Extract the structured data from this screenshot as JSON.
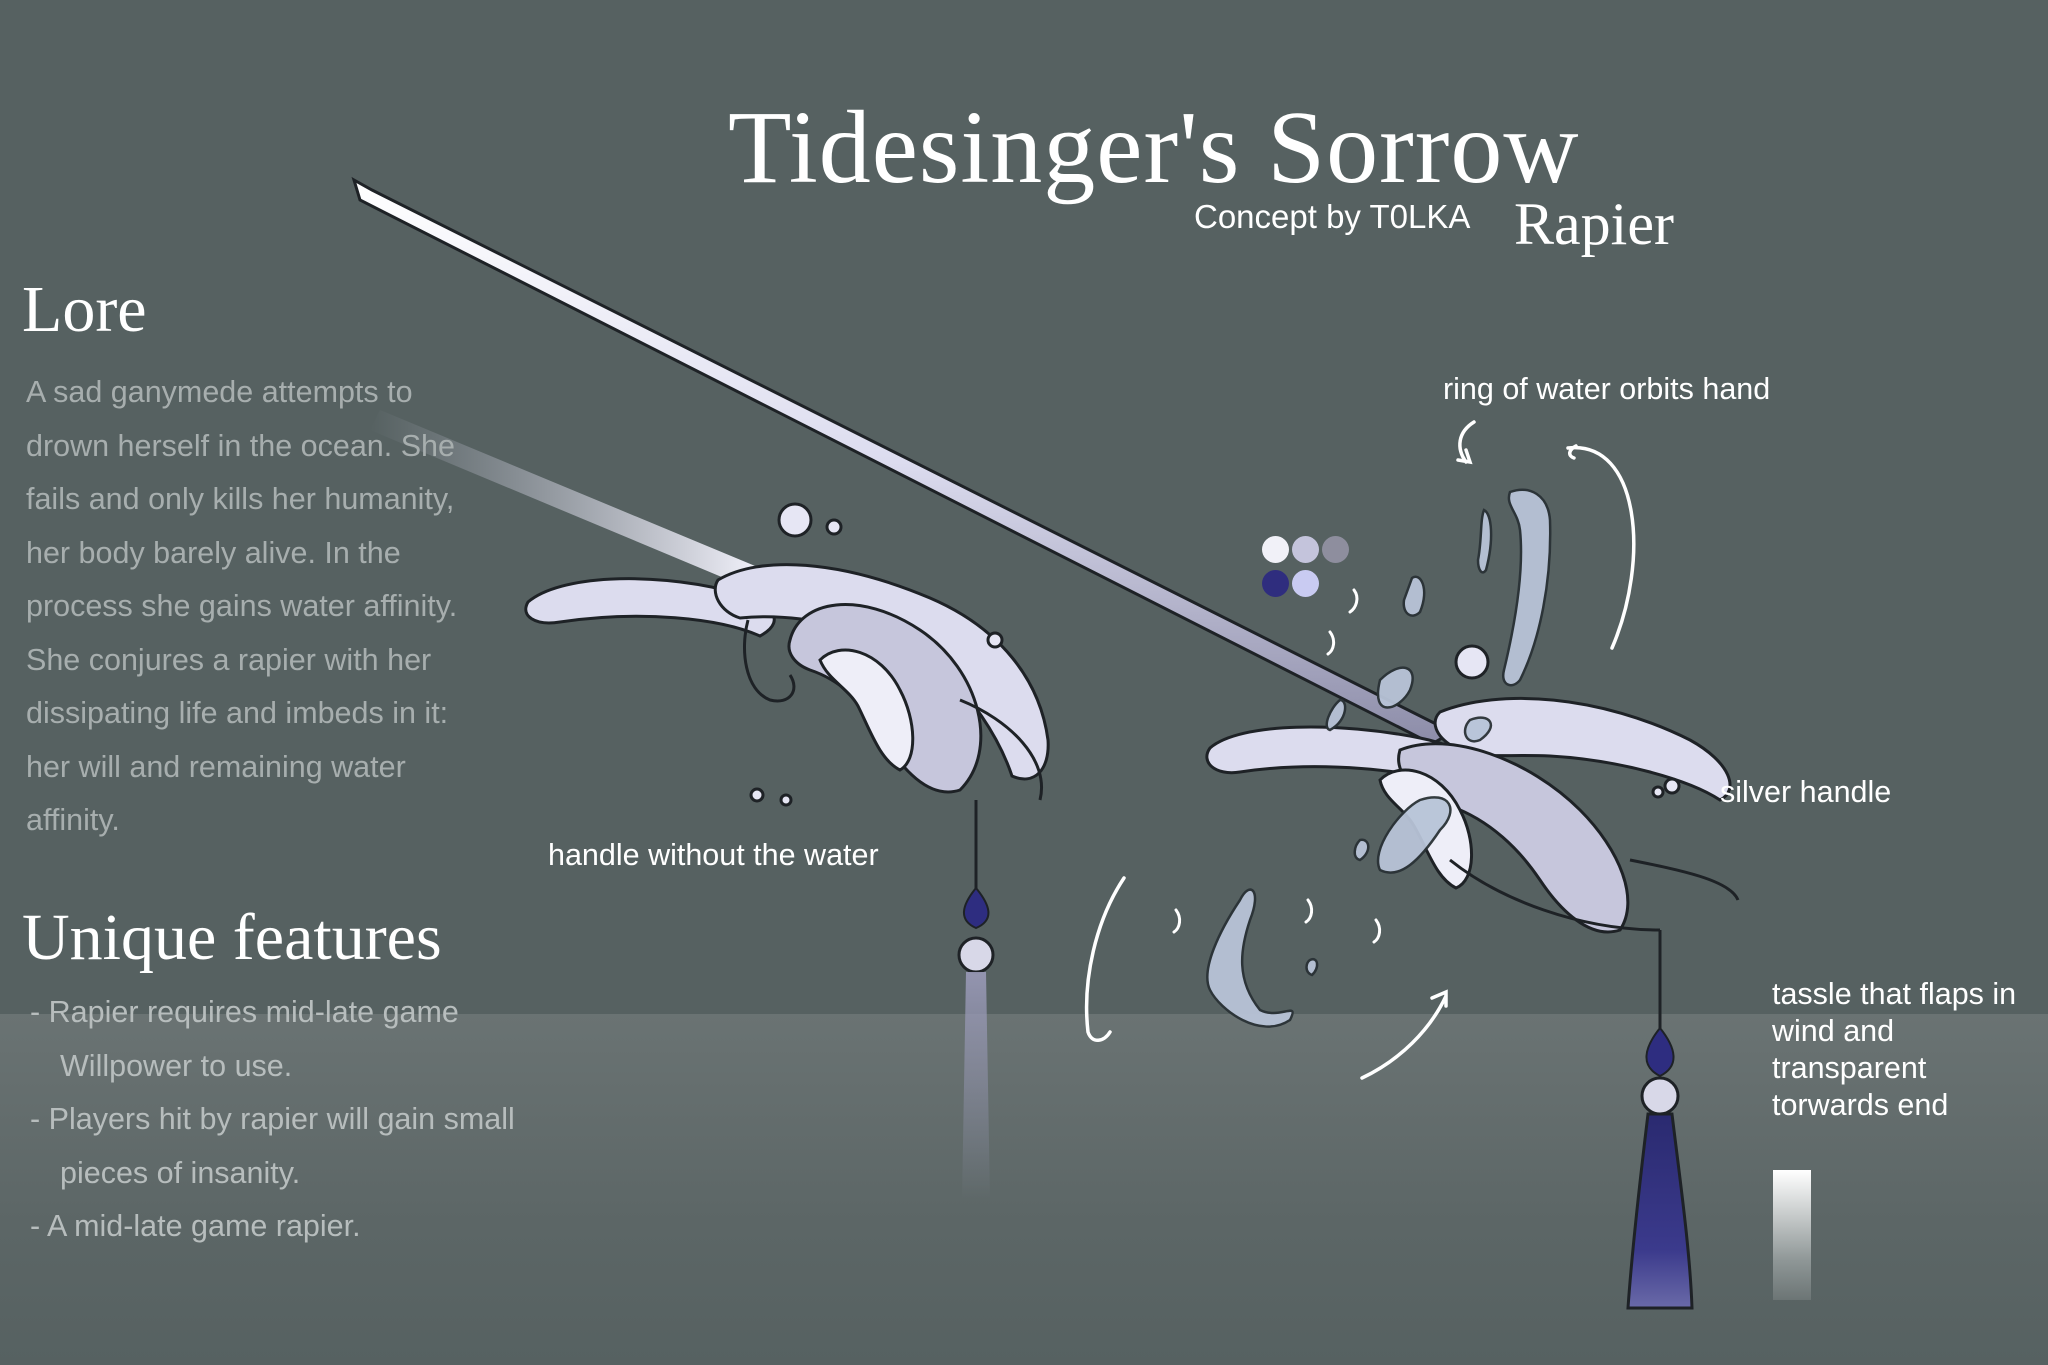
{
  "header": {
    "title": "Tidesinger's Sorrow",
    "concept_credit": "Concept by T0LKA",
    "weapon_type": "Rapier"
  },
  "lore": {
    "heading": "Lore",
    "text": "A sad ganymede attempts to drown herself in the ocean. She fails and only kills her humanity, her body barely alive. In the process she gains water affinity. She conjures a rapier with her dissipating life and imbeds in it: her will and remaining water affinity."
  },
  "features": {
    "heading": "Unique features",
    "items": [
      "- Rapier requires mid-late game Willpower to use.",
      "- Players hit by rapier will gain small pieces of insanity.",
      "- A mid-late game rapier."
    ]
  },
  "annotations": {
    "ring": "ring of water orbits hand",
    "silver": "silver handle",
    "no_water": "handle without the water",
    "tassle": "tassle that flaps in wind and transparent torwards end"
  },
  "palette": {
    "colors": [
      "#f1f1f8",
      "#c4c4dc",
      "#8e8e9e",
      "#2f2d7e",
      "#c9cbf2"
    ]
  }
}
